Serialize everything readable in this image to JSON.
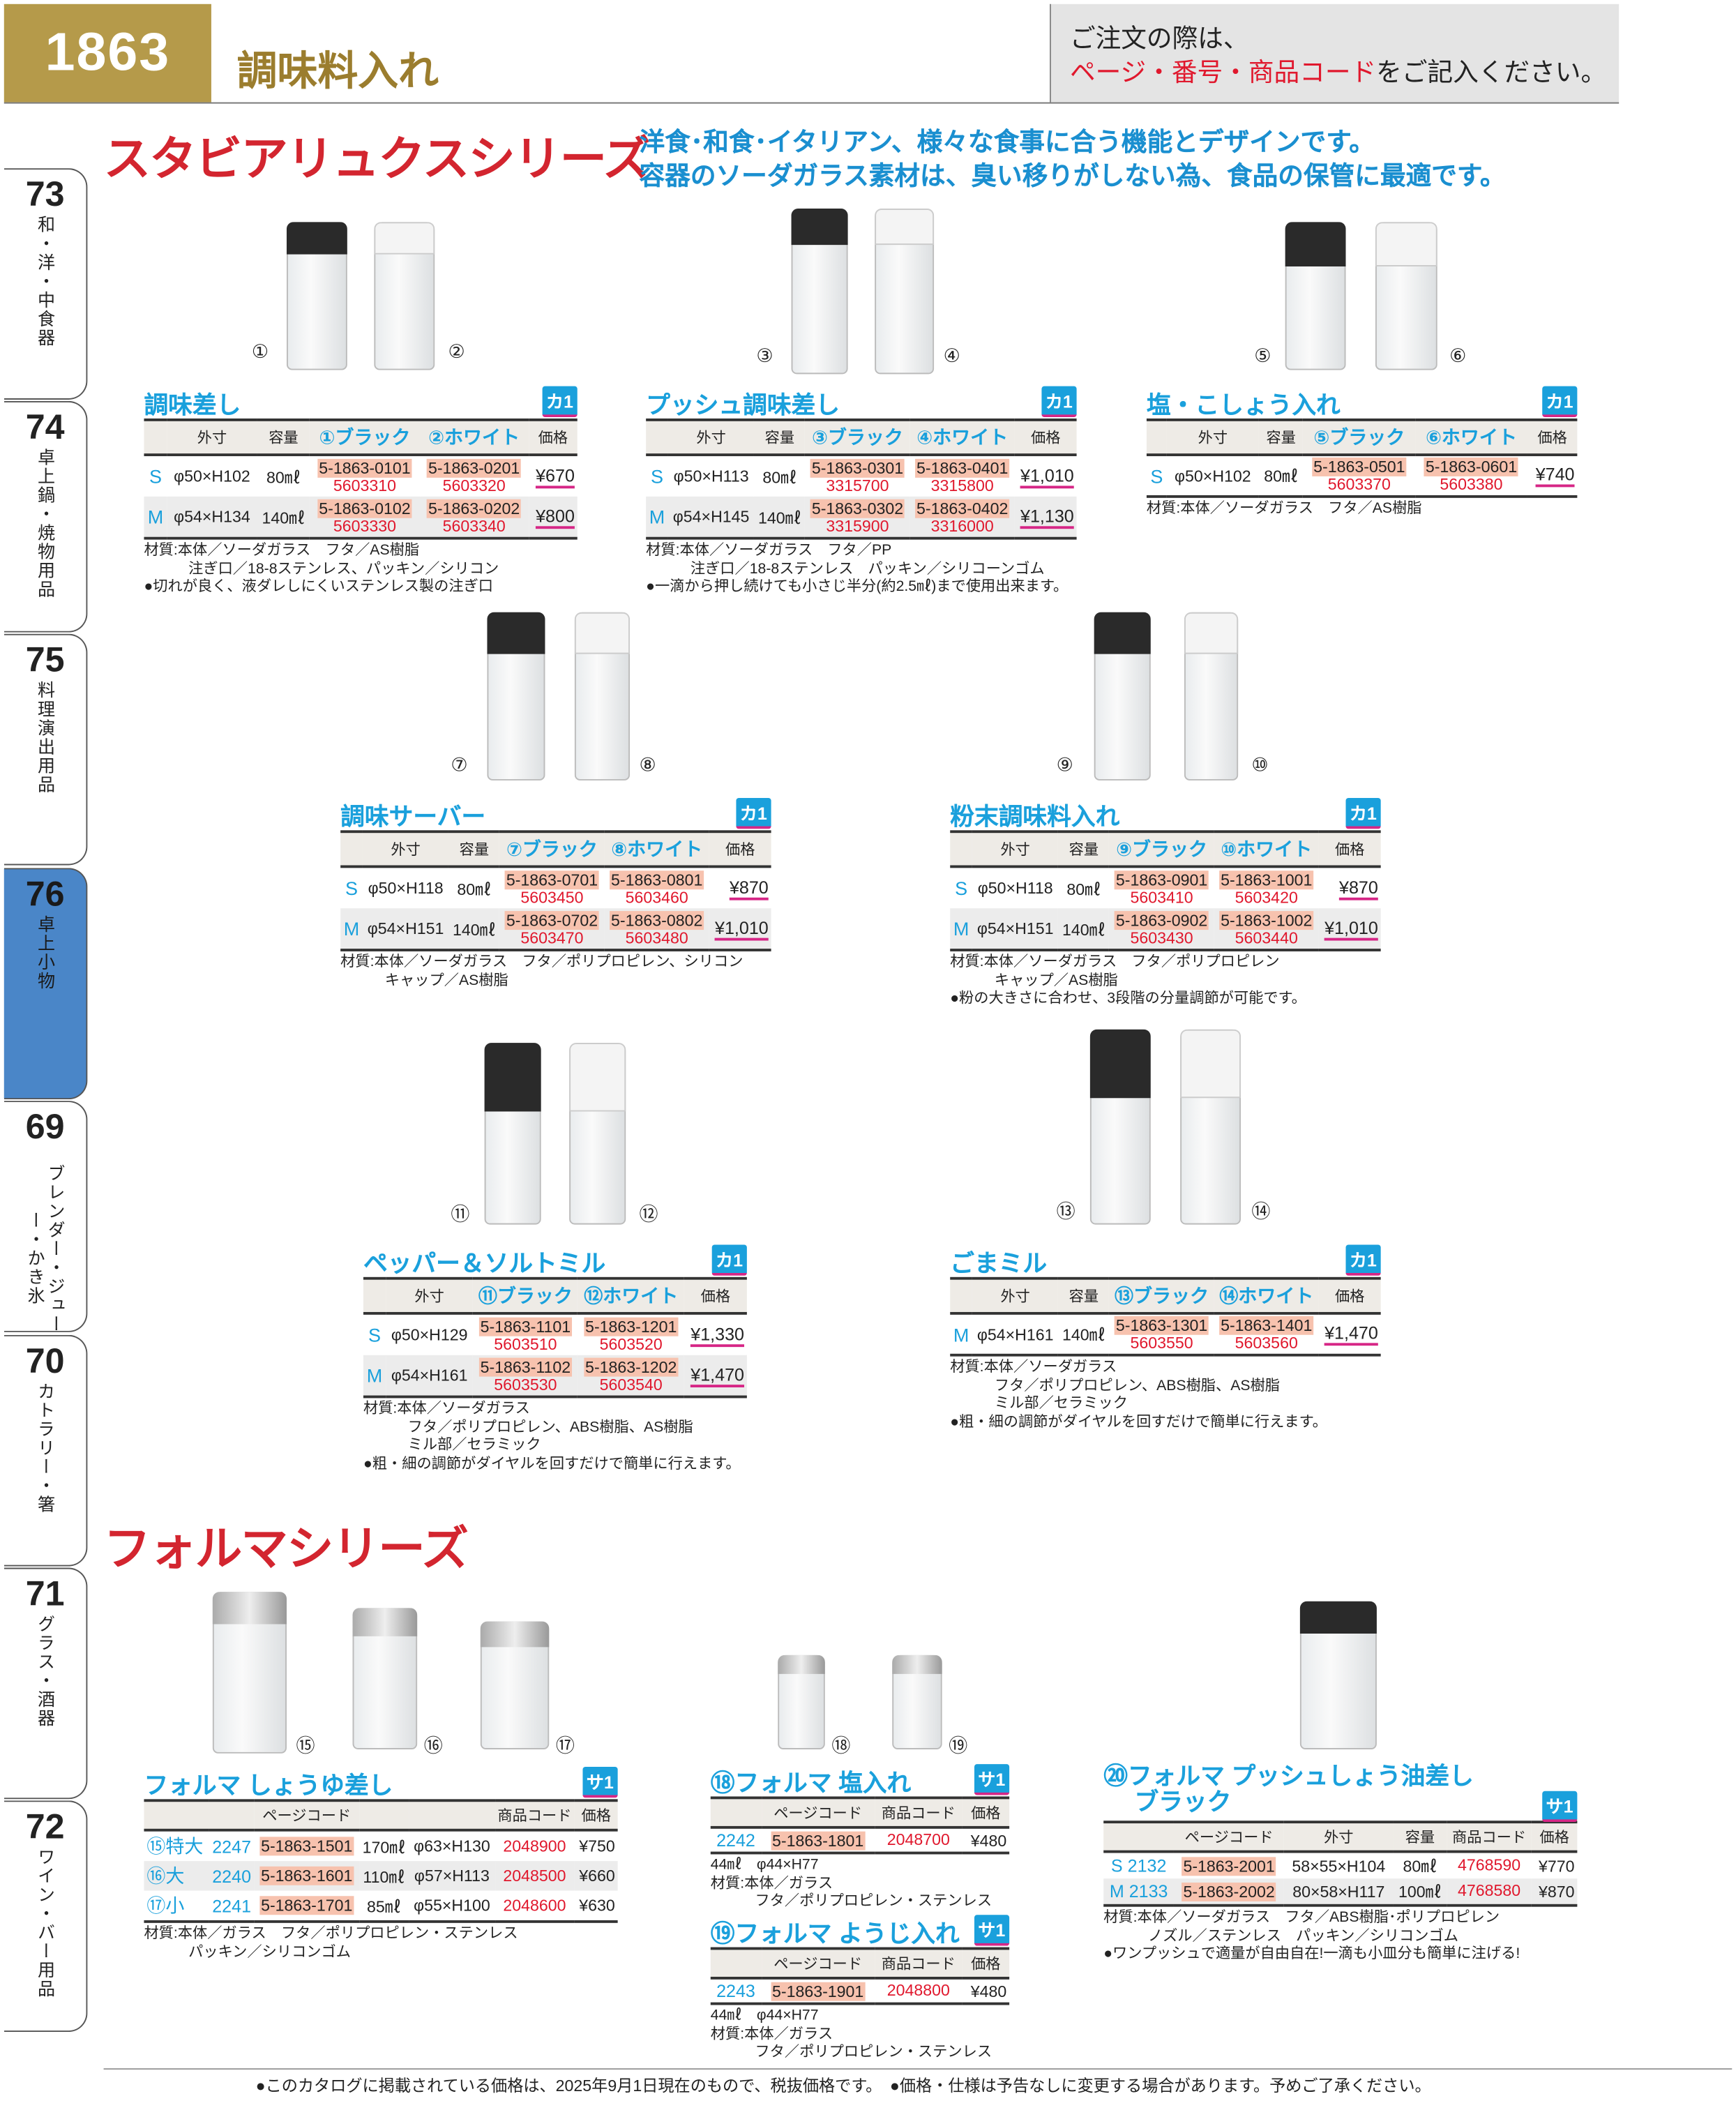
{
  "header": {
    "page_number": "1863",
    "title": "調味料入れ",
    "notice_line1": "ご注文の際は、",
    "notice_red": "ページ・番号・商品コード",
    "notice_rest": "をご記入ください。"
  },
  "tabs": [
    {
      "n": "73",
      "l": "和・洋・中食器"
    },
    {
      "n": "74",
      "l": "卓上鍋・焼物用品"
    },
    {
      "n": "75",
      "l": "料理演出用品"
    },
    {
      "n": "76",
      "l": "卓上小物",
      "active": true
    },
    {
      "n": "69",
      "l": "ブレンダー・ジューサー・かき氷"
    },
    {
      "n": "70",
      "l": "カトラリー・箸"
    },
    {
      "n": "71",
      "l": "グラス・酒器"
    },
    {
      "n": "72",
      "l": "ワイン・バー用品"
    }
  ],
  "series1": {
    "title": "スタビアリュクスシリーズ",
    "sub1": "洋食･和食･イタリアン、様々な食事に合う機能とデザインです。",
    "sub2": "容器のソーダガラス素材は、臭い移りがしない為、食品の保管に最適です。"
  },
  "series2": {
    "title": "フォルマシリーズ"
  },
  "image_labels": [
    "①",
    "②",
    "③",
    "④",
    "⑤",
    "⑥",
    "⑦",
    "⑧",
    "⑨",
    "⑩",
    "⑪",
    "⑫",
    "⑬",
    "⑭",
    "⑮",
    "⑯",
    "⑰",
    "⑱",
    "⑲",
    "⑳"
  ],
  "products": [
    {
      "title": "調味差し",
      "badge": "カ1",
      "cols": [
        [
          "",
          ""
        ],
        [
          "外寸",
          ""
        ],
        [
          "容量",
          ""
        ],
        [
          "①ブラック",
          "col"
        ],
        [
          "②ホワイト",
          "col"
        ],
        [
          "価格",
          ""
        ]
      ],
      "kinds": [
        "size",
        "text",
        "text",
        "code",
        "code",
        "price"
      ],
      "rows": [
        [
          "S",
          "φ50×H102",
          "80㎖",
          [
            "5-1863-0101",
            "5603310"
          ],
          [
            "5-1863-0201",
            "5603320"
          ],
          "¥670"
        ],
        [
          "M",
          "φ54×H134",
          "140㎖",
          [
            "5-1863-0102",
            "5603330"
          ],
          [
            "5-1863-0202",
            "5603340"
          ],
          "¥800"
        ]
      ],
      "notes": "材質:本体／ソーダガラス　フタ／AS樹脂\n　　　注ぎ口／18-8ステンレス、パッキン／シリコン\n●切れが良く、液ダレしにくいステンレス製の注ぎ口"
    },
    {
      "title": "プッシュ調味差し",
      "badge": "カ1",
      "cols": [
        [
          "",
          ""
        ],
        [
          "外寸",
          ""
        ],
        [
          "容量",
          ""
        ],
        [
          "③ブラック",
          "col"
        ],
        [
          "④ホワイト",
          "col"
        ],
        [
          "価格",
          ""
        ]
      ],
      "kinds": [
        "size",
        "text",
        "text",
        "code",
        "code",
        "price"
      ],
      "rows": [
        [
          "S",
          "φ50×H113",
          "80㎖",
          [
            "5-1863-0301",
            "3315700"
          ],
          [
            "5-1863-0401",
            "3315800"
          ],
          "¥1,010"
        ],
        [
          "M",
          "φ54×H145",
          "140㎖",
          [
            "5-1863-0302",
            "3315900"
          ],
          [
            "5-1863-0402",
            "3316000"
          ],
          "¥1,130"
        ]
      ],
      "notes": "材質:本体／ソーダガラス　フタ／PP\n　　　注ぎ口／18-8ステンレス　パッキン／シリコーンゴム\n●一滴から押し続けても小さじ半分(約2.5㎖)まで使用出来ます。"
    },
    {
      "title": "塩・こしょう入れ",
      "badge": "カ1",
      "cols": [
        [
          "",
          ""
        ],
        [
          "外寸",
          ""
        ],
        [
          "容量",
          ""
        ],
        [
          "⑤ブラック",
          "col"
        ],
        [
          "⑥ホワイト",
          "col"
        ],
        [
          "価格",
          ""
        ]
      ],
      "kinds": [
        "size",
        "text",
        "text",
        "code",
        "code",
        "price"
      ],
      "rows": [
        [
          "S",
          "φ50×H102",
          "80㎖",
          [
            "5-1863-0501",
            "5603370"
          ],
          [
            "5-1863-0601",
            "5603380"
          ],
          "¥740"
        ]
      ],
      "notes": "材質:本体／ソーダガラス　フタ／AS樹脂"
    },
    {
      "title": "調味サーバー",
      "badge": "カ1",
      "cols": [
        [
          "",
          ""
        ],
        [
          "外寸",
          ""
        ],
        [
          "容量",
          ""
        ],
        [
          "⑦ブラック",
          "col"
        ],
        [
          "⑧ホワイト",
          "col"
        ],
        [
          "価格",
          ""
        ]
      ],
      "kinds": [
        "size",
        "text",
        "text",
        "code",
        "code",
        "price"
      ],
      "rows": [
        [
          "S",
          "φ50×H118",
          "80㎖",
          [
            "5-1863-0701",
            "5603450"
          ],
          [
            "5-1863-0801",
            "5603460"
          ],
          "¥870"
        ],
        [
          "M",
          "φ54×H151",
          "140㎖",
          [
            "5-1863-0702",
            "5603470"
          ],
          [
            "5-1863-0802",
            "5603480"
          ],
          "¥1,010"
        ]
      ],
      "notes": "材質:本体／ソーダガラス　フタ／ポリプロピレン、シリコン\n　　　キャップ／AS樹脂"
    },
    {
      "title": "粉末調味料入れ",
      "badge": "カ1",
      "cols": [
        [
          "",
          ""
        ],
        [
          "外寸",
          ""
        ],
        [
          "容量",
          ""
        ],
        [
          "⑨ブラック",
          "col"
        ],
        [
          "⑩ホワイト",
          "col"
        ],
        [
          "価格",
          ""
        ]
      ],
      "kinds": [
        "size",
        "text",
        "text",
        "code",
        "code",
        "price"
      ],
      "rows": [
        [
          "S",
          "φ50×H118",
          "80㎖",
          [
            "5-1863-0901",
            "5603410"
          ],
          [
            "5-1863-1001",
            "5603420"
          ],
          "¥870"
        ],
        [
          "M",
          "φ54×H151",
          "140㎖",
          [
            "5-1863-0902",
            "5603430"
          ],
          [
            "5-1863-1002",
            "5603440"
          ],
          "¥1,010"
        ]
      ],
      "notes": "材質:本体／ソーダガラス　フタ／ポリプロピレン\n　　　キャップ／AS樹脂\n●粉の大きさに合わせ、3段階の分量調節が可能です。"
    },
    {
      "title": "ペッパー＆ソルトミル",
      "badge": "カ1",
      "cols": [
        [
          "",
          ""
        ],
        [
          "外寸",
          ""
        ],
        [
          "⑪ブラック",
          "col"
        ],
        [
          "⑫ホワイト",
          "col"
        ],
        [
          "価格",
          ""
        ]
      ],
      "kinds": [
        "size",
        "text",
        "code",
        "code",
        "price"
      ],
      "rows": [
        [
          "S",
          "φ50×H129",
          [
            "5-1863-1101",
            "5603510"
          ],
          [
            "5-1863-1201",
            "5603520"
          ],
          "¥1,330"
        ],
        [
          "M",
          "φ54×H161",
          [
            "5-1863-1102",
            "5603530"
          ],
          [
            "5-1863-1202",
            "5603540"
          ],
          "¥1,470"
        ]
      ],
      "notes": "材質:本体／ソーダガラス\n　　　フタ／ポリプロピレン、ABS樹脂、AS樹脂\n　　　ミル部／セラミック\n●粗・細の調節がダイヤルを回すだけで簡単に行えます。"
    },
    {
      "title": "ごまミル",
      "badge": "カ1",
      "cols": [
        [
          "",
          ""
        ],
        [
          "外寸",
          ""
        ],
        [
          "容量",
          ""
        ],
        [
          "⑬ブラック",
          "col"
        ],
        [
          "⑭ホワイト",
          "col"
        ],
        [
          "価格",
          ""
        ]
      ],
      "kinds": [
        "size",
        "text",
        "text",
        "code",
        "code",
        "price"
      ],
      "rows": [
        [
          "M",
          "φ54×H161",
          "140㎖",
          [
            "5-1863-1301",
            "5603550"
          ],
          [
            "5-1863-1401",
            "5603560"
          ],
          "¥1,470"
        ]
      ],
      "notes": "材質:本体／ソーダガラス\n　　　フタ／ポリプロピレン、ABS樹脂、AS樹脂\n　　　ミル部／セラミック\n●粗・細の調節がダイヤルを回すだけで簡単に行えます。"
    },
    {
      "title": "フォルマ しょうゆ差し",
      "badge": "サ1",
      "cols": [
        [
          "",
          ""
        ],
        [
          "",
          ""
        ],
        [
          "ページコード",
          ""
        ],
        [
          "",
          ""
        ],
        [
          "",
          ""
        ],
        [
          "商品コード",
          ""
        ],
        [
          "価格",
          ""
        ]
      ],
      "kinds": [
        "size",
        "pcode",
        "code1",
        "text",
        "text",
        "jan",
        "plain"
      ],
      "rows": [
        [
          "⑮特大",
          "2247",
          "5-1863-1501",
          "170㎖",
          "φ63×H130",
          "2048900",
          "¥750"
        ],
        [
          "⑯大",
          "2240",
          "5-1863-1601",
          "110㎖",
          "φ57×H113",
          "2048500",
          "¥660"
        ],
        [
          "⑰小",
          "2241",
          "5-1863-1701",
          "85㎖",
          "φ55×H100",
          "2048600",
          "¥630"
        ]
      ],
      "notes": "材質:本体／ガラス　フタ／ポリプロピレン・ステンレス\n　　　パッキン／シリコンゴム"
    },
    {
      "title": "⑱フォルマ 塩入れ",
      "badge": "サ1",
      "cols": [
        [
          "",
          ""
        ],
        [
          "ページコード",
          ""
        ],
        [
          "商品コード",
          ""
        ],
        [
          "価格",
          ""
        ]
      ],
      "kinds": [
        "pcode",
        "code1",
        "jan",
        "plain"
      ],
      "rows": [
        [
          "2242",
          "5-1863-1801",
          "2048700",
          "¥480"
        ]
      ],
      "notes": "44㎖　φ44×H77\n材質:本体／ガラス\n　　　フタ／ポリプロピレン・ステンレス"
    },
    {
      "title": "⑲フォルマ ようじ入れ",
      "badge": "サ1",
      "cols": [
        [
          "",
          ""
        ],
        [
          "ページコード",
          ""
        ],
        [
          "商品コード",
          ""
        ],
        [
          "価格",
          ""
        ]
      ],
      "kinds": [
        "pcode",
        "code1",
        "jan",
        "plain"
      ],
      "rows": [
        [
          "2243",
          "5-1863-1901",
          "2048800",
          "¥480"
        ]
      ],
      "notes": "44㎖　φ44×H77\n材質:本体／ガラス\n　　　フタ／ポリプロピレン・ステンレス"
    },
    {
      "title": "⑳フォルマ プッシュしょう油差し\n　 ブラック",
      "badge": "サ1",
      "cols": [
        [
          "",
          ""
        ],
        [
          "ページコード",
          ""
        ],
        [
          "外寸",
          ""
        ],
        [
          "容量",
          ""
        ],
        [
          "商品コード",
          ""
        ],
        [
          "価格",
          ""
        ]
      ],
      "kinds": [
        "pcode",
        "code1",
        "text",
        "text",
        "jan",
        "plain"
      ],
      "rows": [
        [
          "S 2132",
          "5-1863-2001",
          "58×55×H104",
          "80㎖",
          "4768590",
          "¥770"
        ],
        [
          "M 2133",
          "5-1863-2002",
          "80×58×H117",
          "100㎖",
          "4768580",
          "¥870"
        ]
      ],
      "notes": "材質:本体／ソーダガラス　フタ／ABS樹脂･ポリプロピレン\n　　　ノズル／ステンレス　パッキン／シリコンゴム\n●ワンプッシュで適量が自由自在!一滴も小皿分も簡単に注げる!"
    }
  ],
  "footer": "●このカタログに掲載されている価格は、2025年9月1日現在のもので、税抜価格です。　●価格・仕様は予告なしに変更する場合があります。予めご了承ください。"
}
